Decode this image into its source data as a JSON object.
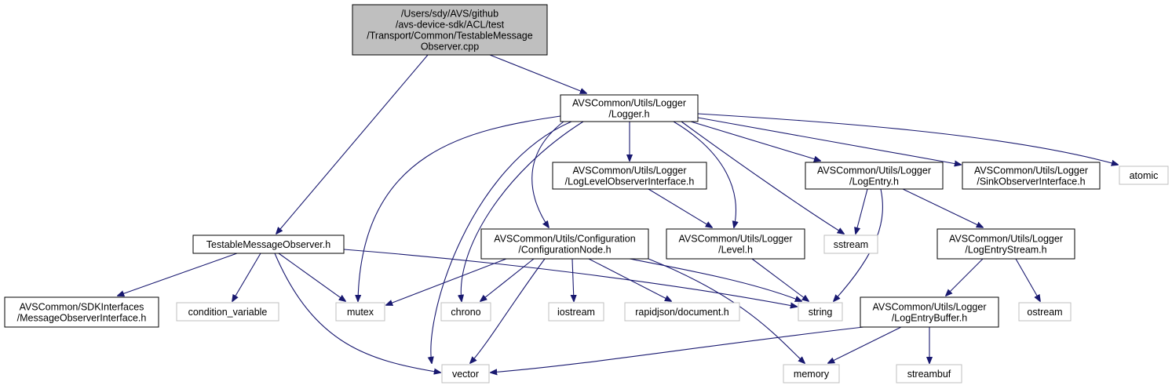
{
  "graph": {
    "nodes": [
      {
        "id": "root",
        "lines": [
          "/Users/sdy/AVS/github",
          "/avs-device-sdk/ACL/test",
          "/Transport/Common/TestableMessage",
          "Observer.cpp"
        ],
        "style": "root"
      },
      {
        "id": "logger",
        "lines": [
          "AVSCommon/Utils/Logger",
          "/Logger.h"
        ],
        "style": "internal"
      },
      {
        "id": "testable",
        "lines": [
          "TestableMessageObserver.h"
        ],
        "style": "internal"
      },
      {
        "id": "msgobs",
        "lines": [
          "AVSCommon/SDKInterfaces",
          "/MessageObserverInterface.h"
        ],
        "style": "internal"
      },
      {
        "id": "condvar",
        "lines": [
          "condition_variable"
        ],
        "style": "external"
      },
      {
        "id": "mutex",
        "lines": [
          "mutex"
        ],
        "style": "external"
      },
      {
        "id": "vector",
        "lines": [
          "vector"
        ],
        "style": "external"
      },
      {
        "id": "string",
        "lines": [
          "string"
        ],
        "style": "external"
      },
      {
        "id": "config",
        "lines": [
          "AVSCommon/Utils/Configuration",
          "/ConfigurationNode.h"
        ],
        "style": "internal"
      },
      {
        "id": "chrono",
        "lines": [
          "chrono"
        ],
        "style": "external"
      },
      {
        "id": "iostream",
        "lines": [
          "iostream"
        ],
        "style": "external"
      },
      {
        "id": "rapidjson",
        "lines": [
          "rapidjson/document.h"
        ],
        "style": "external"
      },
      {
        "id": "memory",
        "lines": [
          "memory"
        ],
        "style": "external"
      },
      {
        "id": "loglevelobs",
        "lines": [
          "AVSCommon/Utils/Logger",
          "/LogLevelObserverInterface.h"
        ],
        "style": "internal"
      },
      {
        "id": "level",
        "lines": [
          "AVSCommon/Utils/Logger",
          "/Level.h"
        ],
        "style": "internal"
      },
      {
        "id": "logentry",
        "lines": [
          "AVSCommon/Utils/Logger",
          "/LogEntry.h"
        ],
        "style": "internal"
      },
      {
        "id": "sstream",
        "lines": [
          "sstream"
        ],
        "style": "external"
      },
      {
        "id": "logentrystream",
        "lines": [
          "AVSCommon/Utils/Logger",
          "/LogEntryStream.h"
        ],
        "style": "internal"
      },
      {
        "id": "logentrybuffer",
        "lines": [
          "AVSCommon/Utils/Logger",
          "/LogEntryBuffer.h"
        ],
        "style": "internal"
      },
      {
        "id": "ostream",
        "lines": [
          "ostream"
        ],
        "style": "external"
      },
      {
        "id": "streambuf",
        "lines": [
          "streambuf"
        ],
        "style": "external"
      },
      {
        "id": "sinkobs",
        "lines": [
          "AVSCommon/Utils/Logger",
          "/SinkObserverInterface.h"
        ],
        "style": "internal"
      },
      {
        "id": "atomic",
        "lines": [
          "atomic"
        ],
        "style": "external"
      }
    ],
    "edges": [
      {
        "from": "root",
        "to": "logger"
      },
      {
        "from": "root",
        "to": "testable"
      },
      {
        "from": "testable",
        "to": "msgobs"
      },
      {
        "from": "testable",
        "to": "condvar"
      },
      {
        "from": "testable",
        "to": "mutex"
      },
      {
        "from": "testable",
        "to": "vector"
      },
      {
        "from": "testable",
        "to": "string"
      },
      {
        "from": "logger",
        "to": "mutex"
      },
      {
        "from": "logger",
        "to": "vector"
      },
      {
        "from": "logger",
        "to": "chrono"
      },
      {
        "from": "logger",
        "to": "config"
      },
      {
        "from": "logger",
        "to": "loglevelobs"
      },
      {
        "from": "logger",
        "to": "level"
      },
      {
        "from": "logger",
        "to": "sstream"
      },
      {
        "from": "logger",
        "to": "logentry"
      },
      {
        "from": "logger",
        "to": "sinkobs"
      },
      {
        "from": "logger",
        "to": "atomic"
      },
      {
        "from": "config",
        "to": "mutex"
      },
      {
        "from": "config",
        "to": "chrono"
      },
      {
        "from": "config",
        "to": "vector"
      },
      {
        "from": "config",
        "to": "iostream"
      },
      {
        "from": "config",
        "to": "rapidjson"
      },
      {
        "from": "config",
        "to": "string"
      },
      {
        "from": "config",
        "to": "memory"
      },
      {
        "from": "loglevelobs",
        "to": "level"
      },
      {
        "from": "level",
        "to": "string"
      },
      {
        "from": "logentry",
        "to": "sstream"
      },
      {
        "from": "logentry",
        "to": "string"
      },
      {
        "from": "logentry",
        "to": "logentrystream"
      },
      {
        "from": "logentrystream",
        "to": "logentrybuffer"
      },
      {
        "from": "logentrystream",
        "to": "ostream"
      },
      {
        "from": "logentrybuffer",
        "to": "vector"
      },
      {
        "from": "logentrybuffer",
        "to": "memory"
      },
      {
        "from": "logentrybuffer",
        "to": "streambuf"
      }
    ],
    "colors": {
      "edge": "#191970",
      "root_fill": "#bfbfbf",
      "internal_stroke": "#000000",
      "external_stroke": "#bfbfbf",
      "fill": "#ffffff",
      "text": "#000000"
    }
  }
}
